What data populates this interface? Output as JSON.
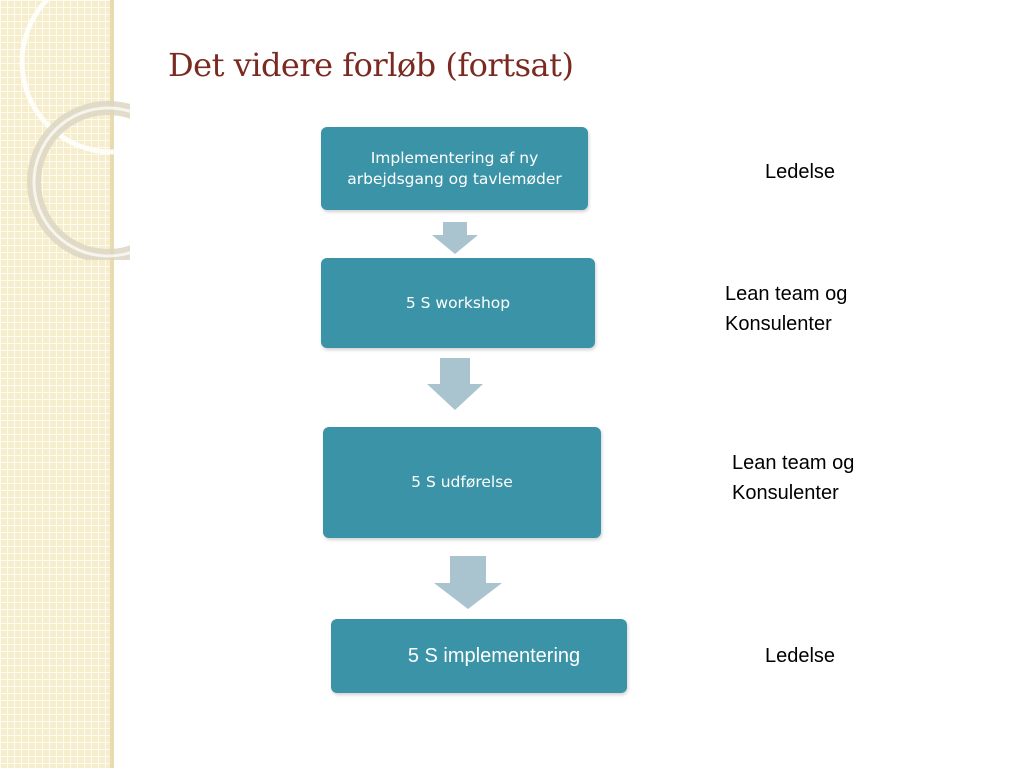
{
  "slide": {
    "title": "Det videre forløb (fortsat)"
  },
  "flow": {
    "steps": [
      {
        "label": "Implementering af ny\narbejdsgang og tavlemøder",
        "role": "Ledelse"
      },
      {
        "label": "5 S workshop",
        "role": "Lean team og\nKonsulenter"
      },
      {
        "label": "5 S udførelse",
        "role": "Lean team og\nKonsulenter"
      },
      {
        "label": "5 S implementering",
        "role": "Ledelse"
      }
    ]
  },
  "colors": {
    "box_fill": "#3a93a6",
    "arrow_fill": "#a9c3cf",
    "title_color": "#7a2a21",
    "side_panel": "#f6edcc"
  }
}
